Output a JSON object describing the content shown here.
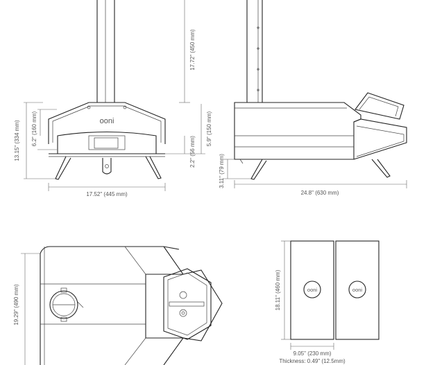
{
  "brand": {
    "logo_text": "ooni"
  },
  "dimensions": {
    "chimney_height": "17.72\" (450 mm)",
    "mouth_height": "6.2\" (160 mm)",
    "front_height": "13.15\" (334 mm)",
    "side_height": "5.9\" (150 mm)",
    "stone_gap": "2.2\" (56 mm)",
    "leg_height": "3.11\" (79 mm)",
    "front_width": "17.52\" (445 mm)",
    "side_length": "24.8\" (630 mm)",
    "top_length": "19.29\" (490 mm)",
    "stone_length": "18.11\" (460 mm)",
    "stone_width": "9.05\" (230 mm)",
    "stone_thickness": "Thickness: 0.49\" (12.5mm)"
  },
  "colors": {
    "line": "#222222",
    "dimension": "#666666",
    "text": "#555555"
  }
}
